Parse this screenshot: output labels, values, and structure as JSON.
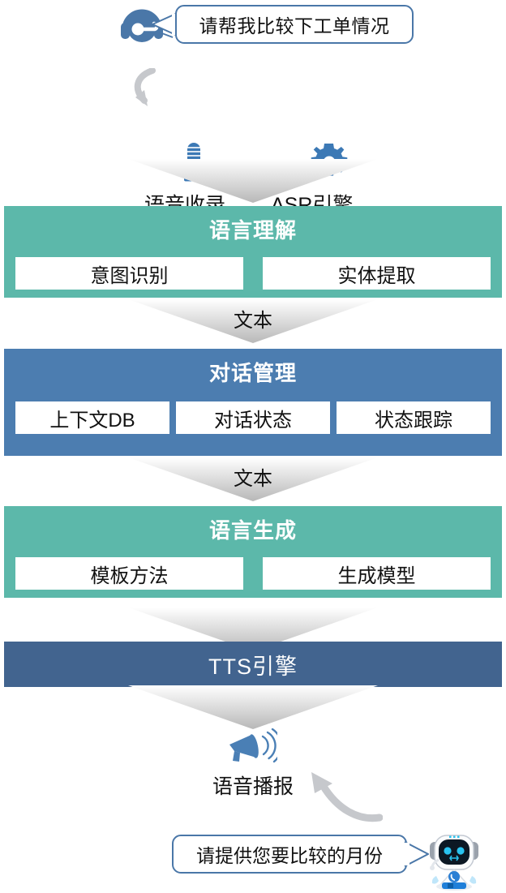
{
  "user_turn": {
    "avatar_icon": "headset-agent-icon",
    "bubble_text": "请帮我比较下工单情况"
  },
  "capture": {
    "arrow_icon": "curved-arrow-down-right",
    "mic_icon": "microphone-icon",
    "waveform_icon": "audio-waveform-icon",
    "gear_icon": "gear-icon",
    "labels": [
      "语音收录",
      "ASR引擎"
    ]
  },
  "connectors": [
    {
      "label": ""
    },
    {
      "label": "文本"
    },
    {
      "label": "文本"
    },
    {
      "label": ""
    },
    {
      "label": ""
    }
  ],
  "stages": [
    {
      "title": "语言理解",
      "color": "#5CB8AA",
      "items": [
        "意图识别",
        "实体提取"
      ]
    },
    {
      "title": "对话管理",
      "color": "#4C7DB0",
      "items": [
        "上下文DB",
        "对话状态",
        "状态跟踪"
      ]
    },
    {
      "title": "语言生成",
      "color": "#5CB8AA",
      "items": [
        "模板方法",
        "生成模型"
      ]
    },
    {
      "title": "TTS引擎",
      "color": "#42648F",
      "items": []
    }
  ],
  "output": {
    "speaker_icon": "megaphone-speaker-icon",
    "label": "语音播报",
    "arrow_icon": "curved-arrow-up-left"
  },
  "bot_turn": {
    "avatar_icon": "robot-mascot-icon",
    "bubble_text": "请提供您要比较的月份"
  },
  "palette": {
    "green": "#5CB8AA",
    "blue": "#4C7DB0",
    "tts_blue": "#42648F",
    "icon_blue": "#4A77A8",
    "wave_blue": "#8FBEDF",
    "arrow_gray": "#C6C8CC",
    "chevron_gray": "#BFBFBF"
  }
}
